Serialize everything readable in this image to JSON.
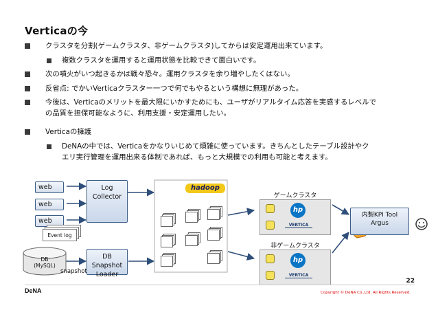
{
  "title": "Verticaの今",
  "bullets": [
    {
      "level": 1,
      "text": "クラスタを分割(ゲームクラスタ、非ゲームクラスタ)してからは安定運用出来ています。"
    },
    {
      "level": 2,
      "text": "複数クラスタを運用すると運用状態を比較できて面白いです。"
    },
    {
      "level": 1,
      "text": "次の噴火がいつ起きるかは戦々恐々。運用クラスタを余り増やしたくはない。"
    },
    {
      "level": 1,
      "text": "反省点: でかいVerticaクラスター一つで何でもやるという構想に無理があった。"
    },
    {
      "level": 1,
      "text": "今後は、Verticaのメリットを最大限にいかすためにも、ユーザがリアルタイム応答を実感するレベルで"
    },
    {
      "level": 1,
      "cont": true,
      "text": "の品質を担保可能なように、利用支援・安定運用したい。"
    },
    {
      "level": 1,
      "text": "Verticaの擁護"
    },
    {
      "level": 2,
      "text": "DeNAの中では、Verticaをかなりいじめて煩雑に使っています。きちんとしたテーブル設計やク"
    },
    {
      "level": 2,
      "cont": true,
      "text": "エリ実行管理を運用出来る体制であれば、もっと大規模での利用も可能と考えます。"
    }
  ],
  "diagram": {
    "web_labels": [
      "web",
      "web",
      "web"
    ],
    "event_log": "Event log",
    "db_label": "DB\n(MySQL)",
    "snapshot_label": "snapshot",
    "log_collector": "Log\nCollector",
    "db_snapshot_loader": "DB Snapshot\nLoader",
    "hadoop_logo": "hadoop",
    "game_cluster": "ゲームクラスタ",
    "non_game_cluster": "非ゲームクラスタ",
    "hp_logo": "hp",
    "vertica_logo": "VERTICA",
    "kpi_tool": "内製KPI Tool\nArgus"
  },
  "footer": {
    "page_number": "22",
    "copyright": "Copyright © DeNA Co.,Ltd. All Rights Reserved.",
    "logo": "DeNA"
  },
  "colors": {
    "box_border": "#3c5d86",
    "arrow": "#2f4f7a",
    "hadoop_yellow": "#f2c919",
    "hp_blue": "#0a74c5"
  }
}
